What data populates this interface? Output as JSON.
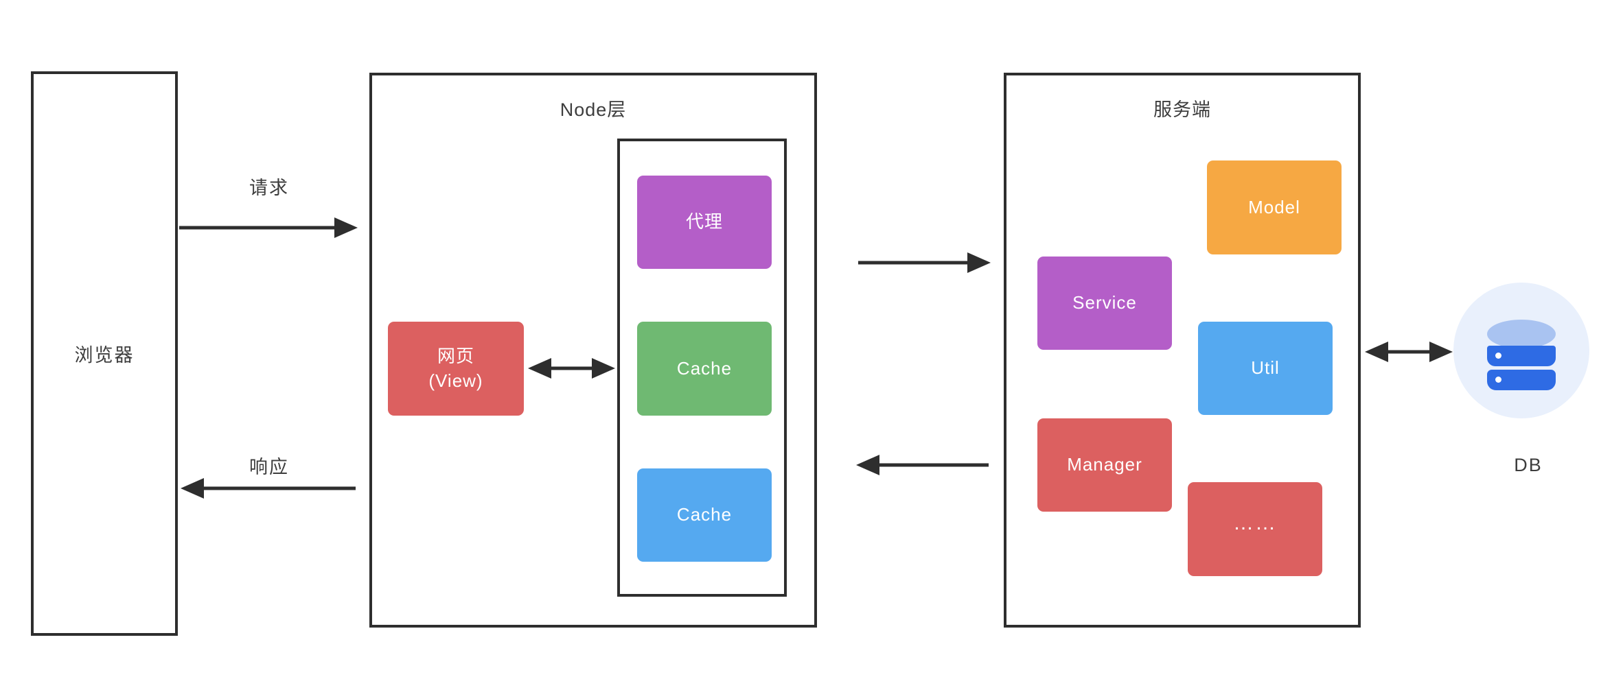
{
  "colors": {
    "stroke_dark": "#2e2e2e",
    "red": "#dc6060",
    "green": "#6fb972",
    "blue": "#55a9f0",
    "purple": "#b45ec8",
    "orange": "#f6a843",
    "db_circle_bg": "#e9f0fc",
    "db_cylinder_blue": "#2e6be4",
    "db_cylinder_top": "#a9c3f1"
  },
  "browser": {
    "label": "浏览器"
  },
  "flow_labels": {
    "request": "请求",
    "response": "响应"
  },
  "node_layer": {
    "title": "Node层",
    "view": {
      "line1": "网页",
      "line2": "(View)"
    },
    "proxy": {
      "label": "代理"
    },
    "cache_top": {
      "label": "Cache"
    },
    "cache_bottom": {
      "label": "Cache"
    }
  },
  "server": {
    "title": "服务端",
    "model": {
      "label": "Model"
    },
    "service": {
      "label": "Service"
    },
    "util": {
      "label": "Util"
    },
    "manager": {
      "label": "Manager"
    },
    "more": {
      "label": "……"
    }
  },
  "db": {
    "label": "DB"
  }
}
